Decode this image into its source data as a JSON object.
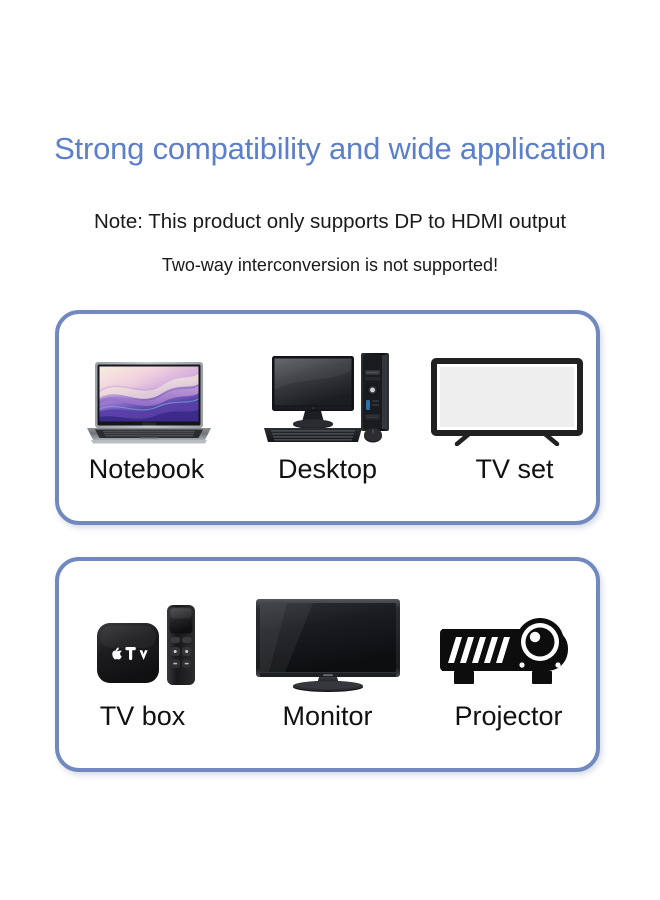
{
  "header": {
    "title": "Strong compatibility and wide application",
    "note_line_1": "Note: This product only supports DP to HDMI output",
    "note_line_2": "Two-way interconversion is not supported!",
    "title_color": "#5C7FCB",
    "note_color": "#1a1a1a"
  },
  "style": {
    "background": "#ffffff",
    "panel_border_color": "#7189BF",
    "label_color": "#111111"
  },
  "panels": [
    {
      "name": "source-devices",
      "items": [
        {
          "label": "Notebook",
          "icon": "laptop-icon"
        },
        {
          "label": "Desktop",
          "icon": "desktop-computer-icon"
        },
        {
          "label": "TV set",
          "icon": "tv-set-icon"
        }
      ]
    },
    {
      "name": "display-devices",
      "items": [
        {
          "label": "TV box",
          "icon": "tv-box-icon"
        },
        {
          "label": "Monitor",
          "icon": "monitor-icon"
        },
        {
          "label": "Projector",
          "icon": "projector-icon"
        }
      ]
    }
  ]
}
